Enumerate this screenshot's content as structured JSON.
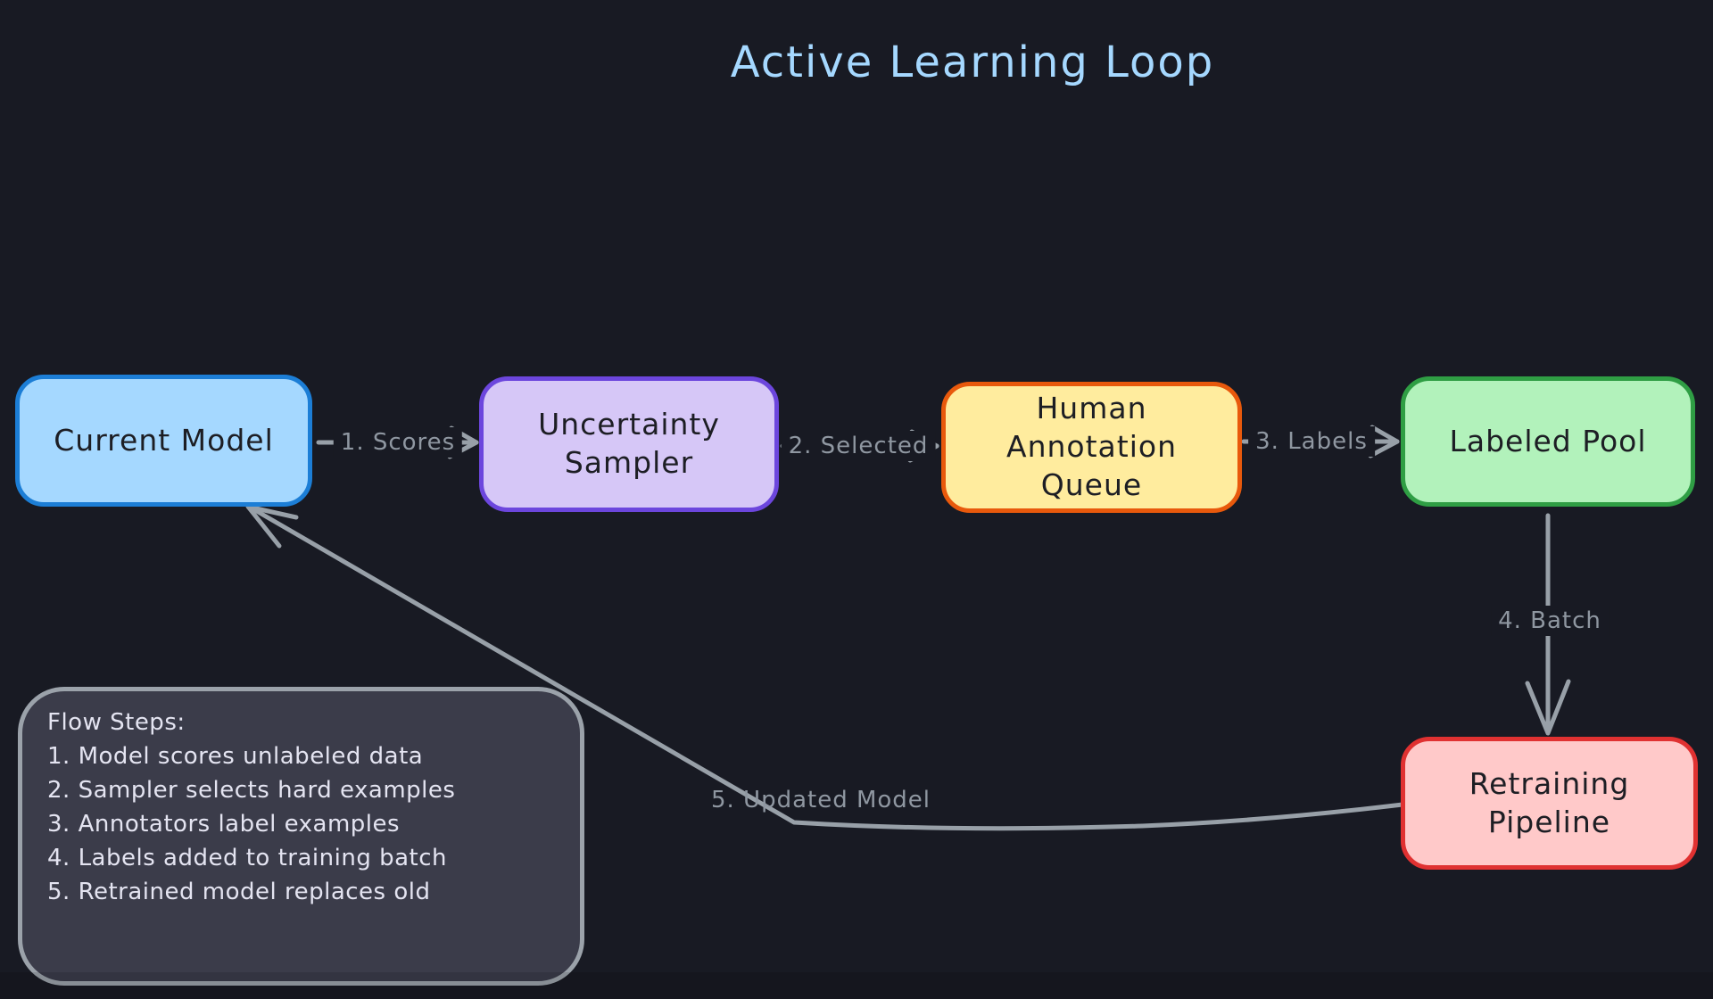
{
  "title": {
    "text": "Active Learning Loop",
    "color": "#a5d8ff"
  },
  "canvas": {
    "background": "#181a23"
  },
  "nodes": [
    {
      "id": "current-model",
      "label": "Current Model",
      "fill": "#a5d8ff",
      "stroke": "#1c7ed6"
    },
    {
      "id": "uncertainty-sampler",
      "label": "Uncertainty Sampler",
      "fill": "#d6c7f7",
      "stroke": "#6c46dd"
    },
    {
      "id": "human-annotation-queue",
      "label": "Human Annotation Queue",
      "fill": "#ffec9e",
      "stroke": "#e8590c"
    },
    {
      "id": "labeled-pool",
      "label": "Labeled Pool",
      "fill": "#b2f2bb",
      "stroke": "#2f9e44"
    },
    {
      "id": "retraining-pipeline",
      "label": "Retraining Pipeline",
      "fill": "#ffc9c9",
      "stroke": "#e03131"
    }
  ],
  "edges": [
    {
      "id": "scores",
      "label": "1. Scores"
    },
    {
      "id": "selected",
      "label": "2. Selected"
    },
    {
      "id": "labels",
      "label": "3. Labels"
    },
    {
      "id": "batch",
      "label": "4. Batch"
    },
    {
      "id": "updated-model",
      "label": "5. Updated Model"
    }
  ],
  "edge_style": {
    "color": "#98a0a8",
    "label_color": "#8f97a1"
  },
  "note": {
    "title": "Flow Steps:",
    "steps": [
      "1. Model scores unlabeled data",
      "2. Sampler selects hard examples",
      "3. Annotators label examples",
      "4. Labels added to training batch",
      "5. Retrained model replaces old"
    ],
    "fill": "#3b3c4a",
    "stroke": "#9ba2aa",
    "text_color": "#e4e4f1"
  }
}
